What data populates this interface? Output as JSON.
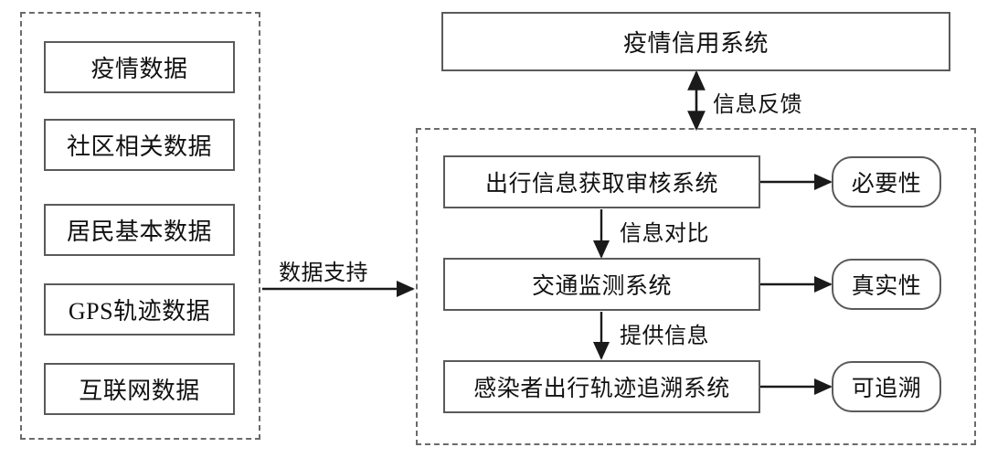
{
  "diagram": {
    "title": "疫情信用系统",
    "top_system": {
      "label": "疫情信用系统"
    },
    "left_panel": {
      "name": "data-sources-group",
      "items": [
        {
          "label": "疫情数据"
        },
        {
          "label": "社区相关数据"
        },
        {
          "label": "居民基本数据"
        },
        {
          "label": "GPS轨迹数据"
        },
        {
          "label": "互联网数据"
        }
      ]
    },
    "right_panel": {
      "name": "systems-group",
      "systems": [
        {
          "label": "出行信息获取审核系统"
        },
        {
          "label": "交通监测系统"
        },
        {
          "label": "感染者出行轨迹追溯系统"
        }
      ],
      "outcomes": [
        {
          "label": "必要性"
        },
        {
          "label": "真实性"
        },
        {
          "label": "可追溯"
        }
      ]
    },
    "edges": [
      {
        "name": "edge-information-feedback",
        "label": "信息反馈",
        "direction": "bidirectional-vertical"
      },
      {
        "name": "edge-data-support",
        "label": "数据支持",
        "direction": "left-to-right"
      },
      {
        "name": "edge-information-comparison",
        "label": "信息对比",
        "direction": "top-to-bottom"
      },
      {
        "name": "edge-provide-information",
        "label": "提供信息",
        "direction": "top-to-bottom"
      }
    ],
    "colors": {
      "stroke": "#5a5a5a",
      "dashed_stroke": "#6b6b6b",
      "arrow": "#1a1a1a",
      "text": "#111111",
      "background": "#ffffff"
    }
  }
}
